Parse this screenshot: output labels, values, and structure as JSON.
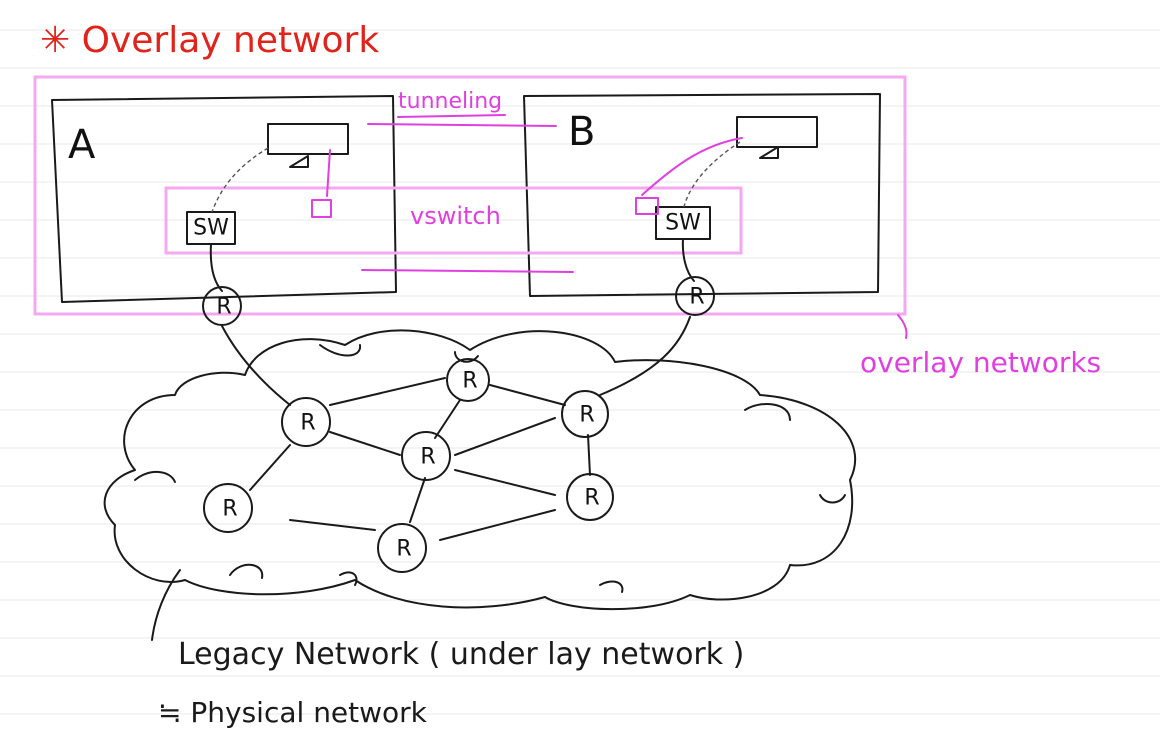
{
  "title": "✳ Overlay network",
  "host_a": "A",
  "host_b": "B",
  "tunneling": "tunneling",
  "vswitch": "vswitch",
  "switch_label": "SW",
  "router_label": "R",
  "overlay_label": "overlay networks",
  "legacy_label": "Legacy Network ( under lay network )",
  "physical_label": "≒ Physical network",
  "colors": {
    "title": "#e0231b",
    "overlay": "#e040e0",
    "overlay_box": "#f5a8f0",
    "ink": "#1a1a1a",
    "lines": "#e8e8e8"
  }
}
